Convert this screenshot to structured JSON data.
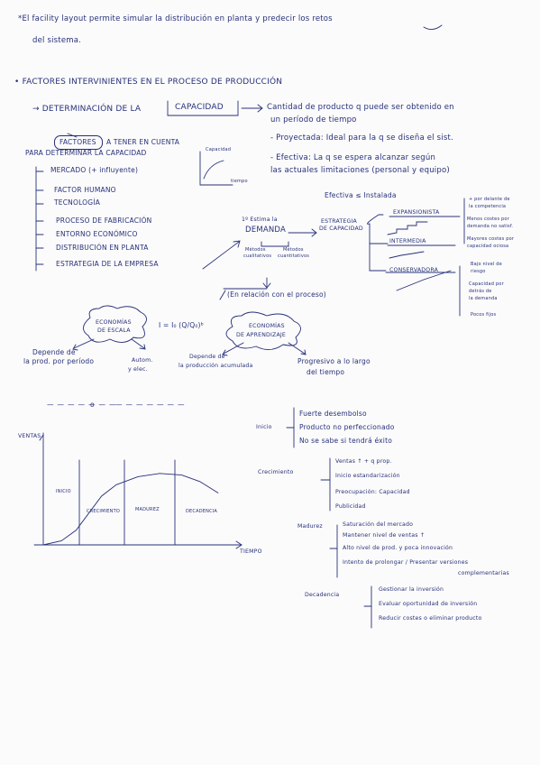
{
  "header": {
    "line1": "*El facility layout permite simular la distribución en planta y predecir los retos",
    "line2": "del sistema."
  },
  "section_title": "• FACTORES INTERVINIENTES EN EL PROCESO DE PRODUCCIÓN",
  "capacity": {
    "determinacion": "→ DETERMINACIÓN DE LA",
    "capacidad": "CAPACIDAD",
    "def1": "Cantidad de producto q puede ser obtenido en",
    "def2": "un período de tiempo",
    "proyectada": "- Proyectada: Ideal para la q se diseña el sist.",
    "efectiva1": "- Efectiva: La q se espera alcanzar según",
    "efectiva2": "las actuales limitaciones (personal y equipo)",
    "efectiva_instalada": "Efectiva ≤ Instalada"
  },
  "factores": {
    "label": "FACTORES",
    "tener": "A TENER EN CUENTA",
    "para": "PARA DETERMINAR LA CAPACIDAD",
    "items": [
      "MERCADO (+ influyente)",
      "FACTOR HUMANO",
      "TECNOLOGÍA",
      "PROCESO DE FABRICACIÓN",
      "ENTORNO ECONÓMICO",
      "DISTRIBUCIÓN EN PLANTA",
      "ESTRATEGIA DE LA EMPRESA"
    ]
  },
  "mini_graph": {
    "y": "Capacidad",
    "x": "tiempo"
  },
  "demanda": {
    "estima": "1º Estima la",
    "demanda": "DEMANDA",
    "estrategia1": "ESTRATEGIA",
    "estrategia2": "DE CAPACIDAD",
    "metodos1a": "Métodos",
    "metodos1b": "cualitativos",
    "metodos2a": "Métodos",
    "metodos2b": "cuantitativos"
  },
  "estrategias": {
    "expansionista": "EXPANSIONISTA",
    "intermedia": "INTERMEDIA",
    "conservadora": "CONSERVADORA",
    "exp_notes": [
      "+ por delante de",
      "la competencia",
      "Menos costes por",
      "demanda no satisf.",
      "Mayores costes por",
      "capacidad ociosa"
    ],
    "cons_notes": [
      "Bajo nivel de",
      "riesgo",
      "Capacidad por",
      "detrás de",
      "la demanda",
      "Pocos fijos"
    ]
  },
  "relacion": "(En relación con el proceso)",
  "economias": {
    "escala1": "ECONOMÍAS",
    "escala2": "DE ESCALA",
    "formula": "I = I₀ (Q/Q₀)ᵇ",
    "aprendizaje1": "ECONOMÍAS",
    "aprendizaje2": "DE APRENDIZAJE",
    "dep_periodo1": "Depende de",
    "dep_periodo2": "la prod. por período",
    "autom1": "Autom.",
    "autom2": "y elec.",
    "dep_prod1": "Depende de",
    "dep_prod2": "la producción acumulada",
    "progresivo1": "Progresivo a lo largo",
    "progresivo2": "del tiempo"
  },
  "divider": "o",
  "ciclo_graph": {
    "y_label": "VENTAS",
    "x_label": "TIEMPO",
    "phases": [
      "INICIO",
      "CRECIMIENTO",
      "MADUREZ",
      "DECADENCIA"
    ],
    "curve": [
      [
        0,
        0
      ],
      [
        10,
        5
      ],
      [
        18,
        18
      ],
      [
        26,
        42
      ],
      [
        32,
        60
      ],
      [
        40,
        74
      ],
      [
        52,
        84
      ],
      [
        64,
        88
      ],
      [
        76,
        86
      ],
      [
        86,
        78
      ],
      [
        96,
        64
      ]
    ]
  },
  "fases": [
    {
      "name": "Inicio",
      "items": [
        "Fuerte desembolso",
        "Producto no perfeccionado",
        "No se sabe si tendrá éxito"
      ]
    },
    {
      "name": "Crecimiento",
      "items": [
        "Ventas ↑ + q prop.",
        "Inicio estandarización",
        "Preocupación: Capacidad",
        "Publicidad"
      ]
    },
    {
      "name": "Madurez",
      "items": [
        "Saturación del mercado",
        "Mantener nivel de ventas ↑",
        "Alto nivel de prod. y poca innovación",
        "Intento de prolongar / Presentar versiones",
        "complementarias"
      ]
    },
    {
      "name": "Decadencia",
      "items": [
        "Gestionar la inversión",
        "Evaluar oportunidad de inversión",
        "Reducir costes o eliminar producto"
      ]
    }
  ]
}
